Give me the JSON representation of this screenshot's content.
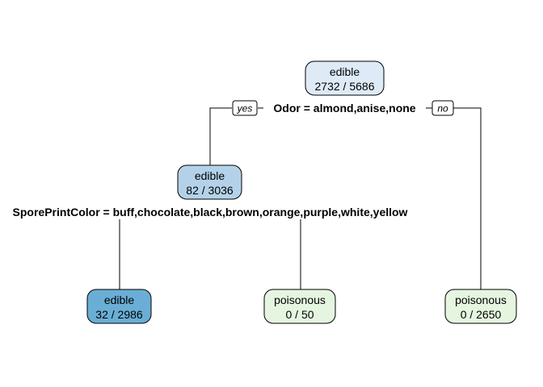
{
  "tree": {
    "root": {
      "class": "edible",
      "count": "2732 / 5686",
      "color": "#deebf7"
    },
    "root_split": {
      "text": "Odor = almond,anise,none",
      "yes_label": "yes",
      "no_label": "no"
    },
    "left_child": {
      "class": "edible",
      "count": "82 / 3036",
      "color": "#b3d2e9"
    },
    "left_split": {
      "text": "SporePrintColor = buff,chocolate,black,brown,orange,purple,white,yellow"
    },
    "leaf_left": {
      "class": "edible",
      "count": "32 / 2986",
      "color": "#6aaed6"
    },
    "leaf_middle": {
      "class": "poisonous",
      "count": "0 / 50",
      "color": "#e5f5e0"
    },
    "leaf_right": {
      "class": "poisonous",
      "count": "0 / 2650",
      "color": "#e5f5e0"
    }
  }
}
